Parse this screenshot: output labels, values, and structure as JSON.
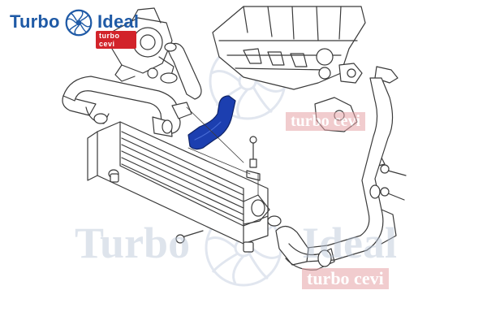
{
  "logo": {
    "word_left": "Turbo",
    "word_right": "Ideal",
    "badge": "turbo cevi"
  },
  "watermark": {
    "word_left": "Turbo",
    "word_right": "Ideal",
    "badge": "turbo cevi"
  },
  "colors": {
    "brand_blue": "#1f5aa6",
    "brand_red": "#d2232a",
    "highlight_hose": "#1c3fb0",
    "line": "#3a3a3a"
  },
  "icons": [
    "turbine-logo-icon",
    "turbine-watermark-icon"
  ]
}
